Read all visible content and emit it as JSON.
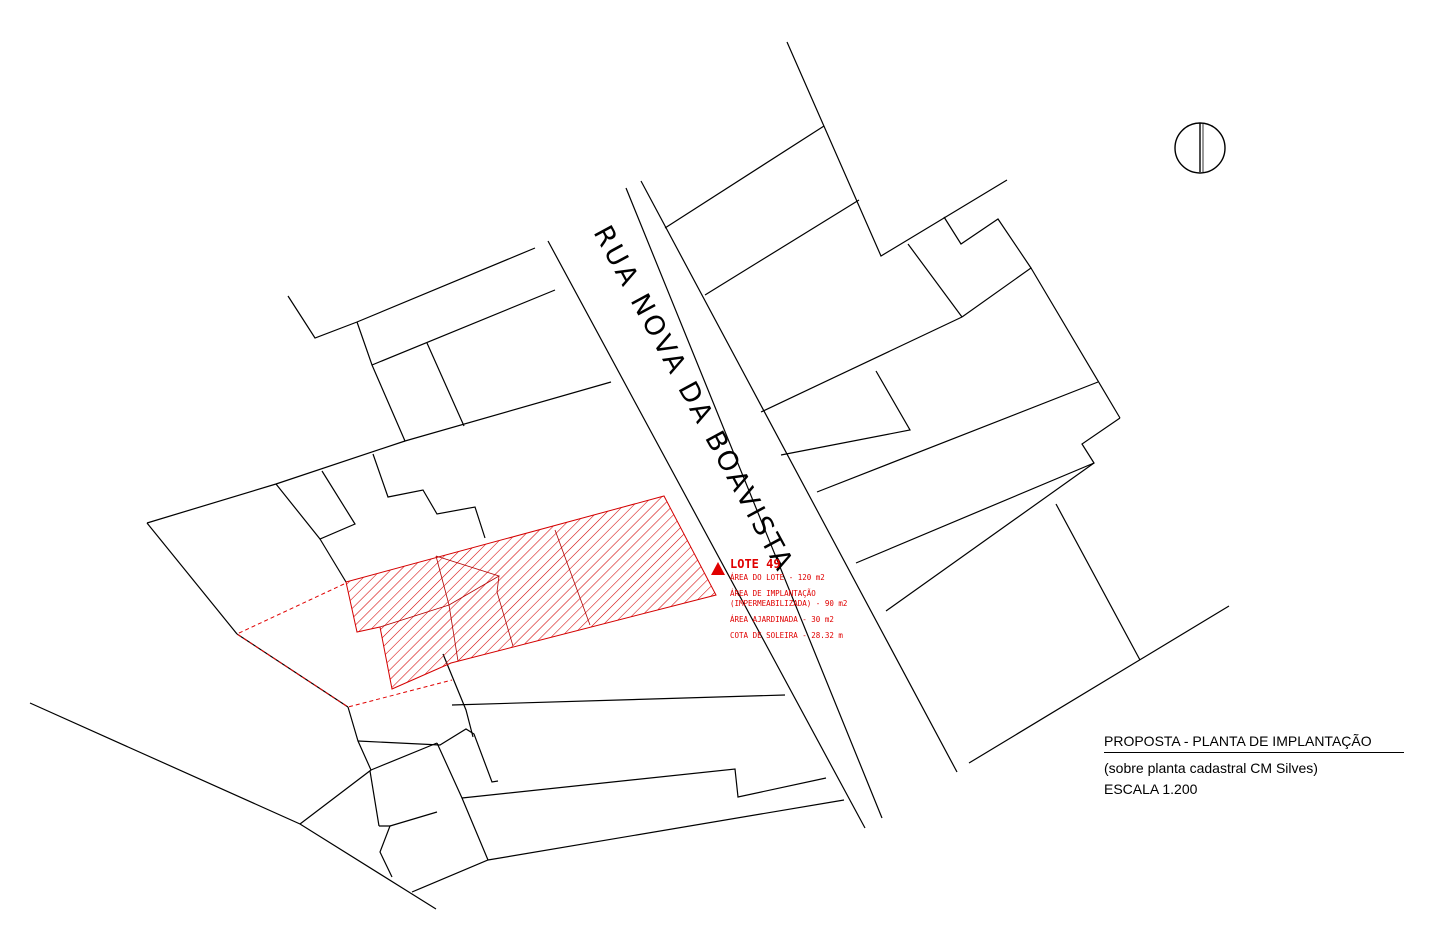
{
  "plan": {
    "street_name": "RUA NOVA DA BOAVISTA",
    "accent_color": "#e00000",
    "north_arrow_icon": "north-arrow-icon",
    "marker_icon": "red-triangle-icon"
  },
  "lote": {
    "title": "LOTE 49",
    "lines": [
      "ÁREA DO LOTE - 120 m2",
      "ÁREA DE IMPLANTAÇÃO",
      "(IMPERMEABILIZADA) - 90 m2",
      "ÁREA AJARDINADA - 30 m2",
      "COTA DE SOLEIRA - 28.32 m"
    ]
  },
  "title_block": {
    "title": "PROPOSTA - PLANTA DE IMPLANTAÇÃO",
    "subtitle": "(sobre planta cadastral CM Silves)",
    "scale": "ESCALA 1.200"
  }
}
